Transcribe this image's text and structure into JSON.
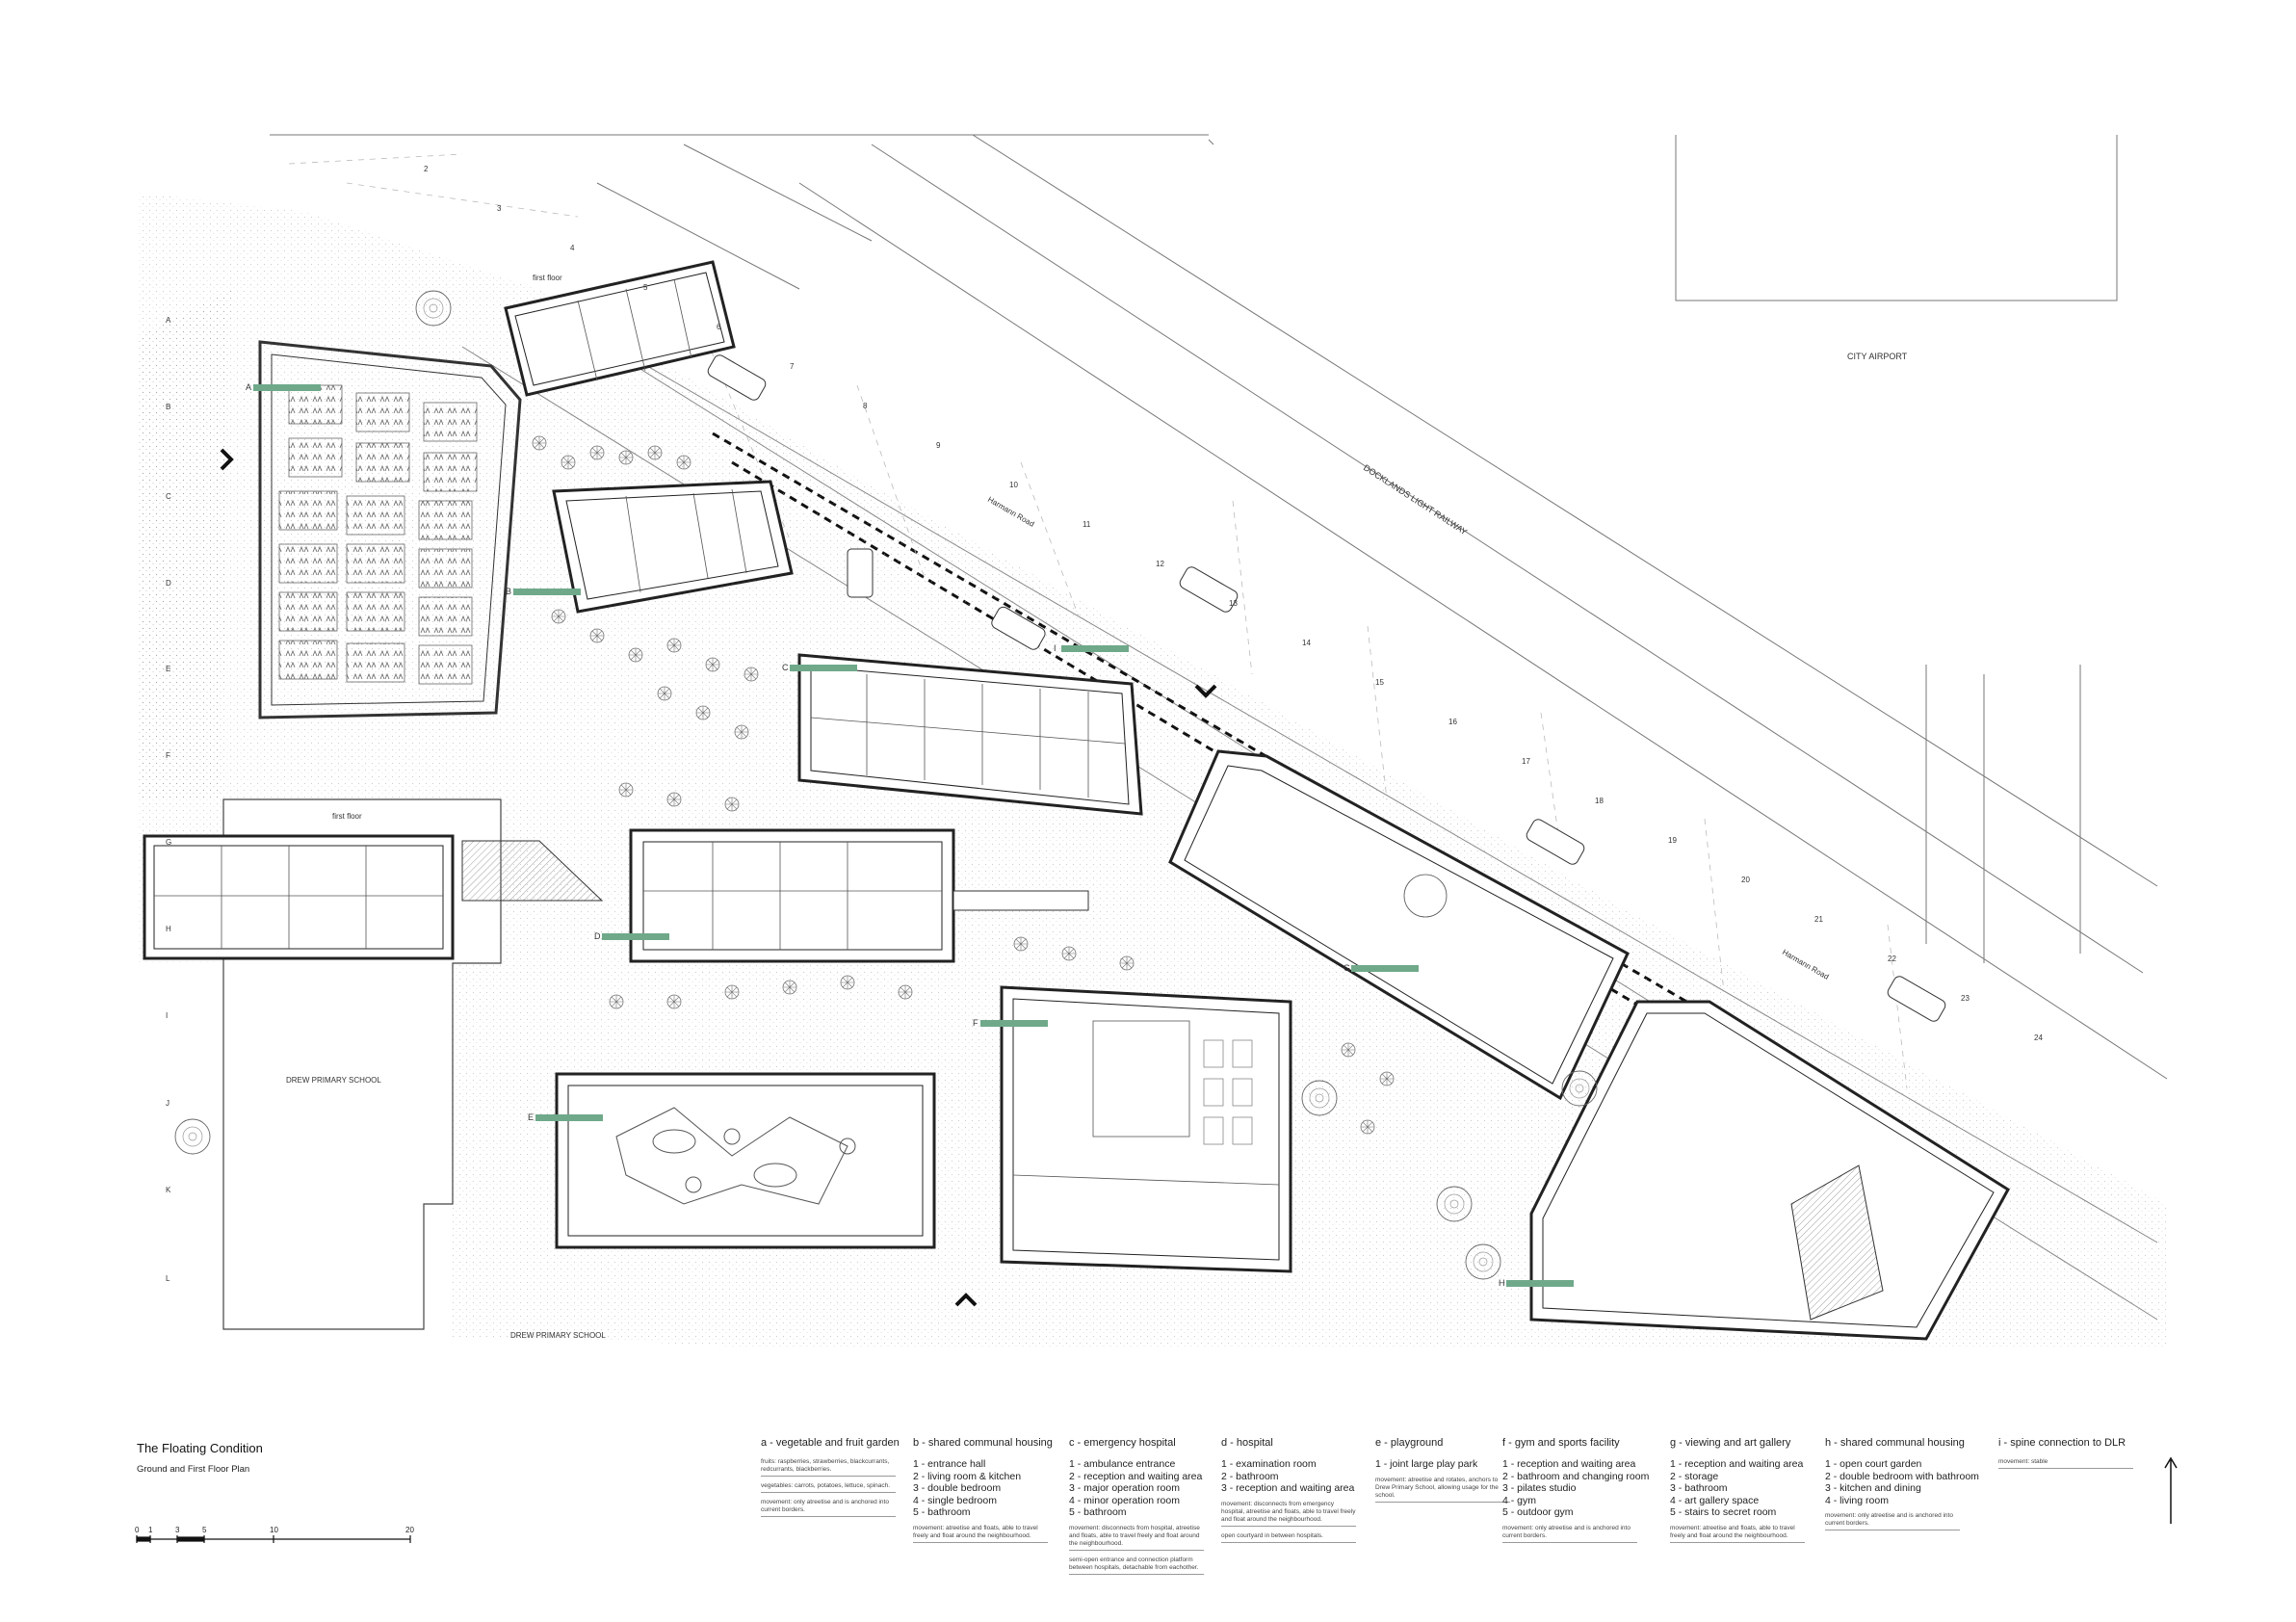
{
  "title": "The Floating Condition",
  "subtitle": "Ground and First Floor Plan",
  "scale_bar": [
    "0",
    "1",
    "3",
    "5",
    "10",
    "20"
  ],
  "grid_letters": [
    "A",
    "B",
    "C",
    "D",
    "E",
    "F",
    "G",
    "H",
    "I",
    "J",
    "K",
    "L"
  ],
  "grid_numbers": [
    "2",
    "3",
    "4",
    "5",
    "6",
    "7",
    "8",
    "9",
    "10",
    "11",
    "12",
    "13",
    "14",
    "15",
    "16",
    "17",
    "18",
    "19",
    "20",
    "21",
    "22",
    "23",
    "24"
  ],
  "map_labels": {
    "city_airport": "CITY AIRPORT",
    "dlr": "DOCKLANDS LIGHT RAILWAY",
    "harmann_road_1": "Harmann Road",
    "harmann_road_2": "Harmann Road",
    "school_1": "DREW PRIMARY SCHOOL",
    "school_2": "DREW PRIMARY SCHOOL",
    "first_floor_1": "first floor",
    "first_floor_2": "first floor"
  },
  "zone_tags": [
    "A",
    "B",
    "C",
    "D",
    "E",
    "F",
    "G",
    "H",
    "I"
  ],
  "accent_color": "#6fa98a",
  "legend": [
    {
      "heading": "a - vegetable and fruit garden",
      "items": [],
      "notes": [
        "fruits: raspberries, strawberries, blackcurrants, redcurrants, blackberries.",
        "vegetables: carrots, potatoes, lettuce, spinach.",
        "movement: only atreetise and is anchored into current borders."
      ]
    },
    {
      "heading": "b - shared communal housing",
      "items": [
        "1 - entrance hall",
        "2 - living room & kitchen",
        "3 - double bedroom",
        "4 - single bedroom",
        "5 - bathroom"
      ],
      "notes": [
        "movement: atreetise and floats, able to travel freely and float around the neighbourhood."
      ]
    },
    {
      "heading": "c - emergency hospital",
      "items": [
        "1 - ambulance entrance",
        "2 - reception and waiting area",
        "3 - major operation room",
        "4 - minor operation room",
        "5 - bathroom"
      ],
      "notes": [
        "movement: disconnects from hospital, atreetise and floats, able to travel freely and float around the neighbourhood.",
        "semi-open entrance and connection platform between hospitals, detachable from eachother."
      ]
    },
    {
      "heading": "d - hospital",
      "items": [
        "1 - examination room",
        "2 - bathroom",
        "3 - reception and waiting area"
      ],
      "notes": [
        "movement: disconnects from emergency hospital, atreetise and floats, able to travel freely and float around the neighbourhood.",
        "open courtyard in between hospitals."
      ]
    },
    {
      "heading": "e - playground",
      "items": [
        "1 - joint large play park"
      ],
      "notes": [
        "movement: atreetise and rotates, anchors to Drew Primary School, allowing usage for the school."
      ]
    },
    {
      "heading": "f - gym and sports facility",
      "items": [
        "1 - reception and waiting area",
        "2 - bathroom and changing room",
        "3 - pilates studio",
        "4 - gym",
        "5 - outdoor gym"
      ],
      "notes": [
        "movement: only atreetise and is anchored into current borders."
      ]
    },
    {
      "heading": "g - viewing and art gallery",
      "items": [
        "1 - reception and waiting area",
        "2 - storage",
        "3 - bathroom",
        "4 - art gallery space",
        "5 - stairs to secret room"
      ],
      "notes": [
        "movement: atreetise and floats, able to travel freely and float around the neighbourhood."
      ]
    },
    {
      "heading": "h - shared communal housing",
      "items": [
        "1 - open court garden",
        "2 - double bedroom with bathroom",
        "3 - kitchen and dining",
        "4 - living room"
      ],
      "notes": [
        "movement: only atreetise and is anchored into current borders."
      ]
    },
    {
      "heading": "i - spine connection to DLR",
      "items": [],
      "notes": [
        "movement: stable"
      ]
    }
  ]
}
